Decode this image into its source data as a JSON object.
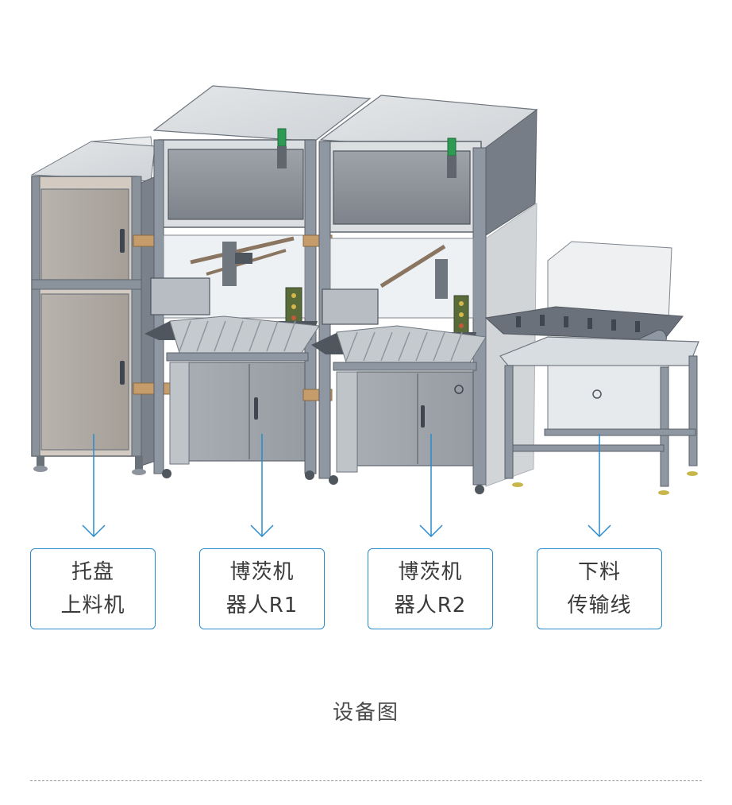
{
  "diagram": {
    "components": [
      {
        "line1": "托盘",
        "line2": "上料机"
      },
      {
        "line1": "博茨机",
        "line2": "器人R1"
      },
      {
        "line1": "博茨机",
        "line2": "器人R2"
      },
      {
        "line1": "下料",
        "line2": "传输线"
      }
    ],
    "caption": "设备图"
  },
  "colors": {
    "accent": "#2a8bcc",
    "frame": "#8e97a2",
    "panel": "#a9adb2",
    "door_beige": "#c9c0b6",
    "light_green": "#2e9b55"
  }
}
